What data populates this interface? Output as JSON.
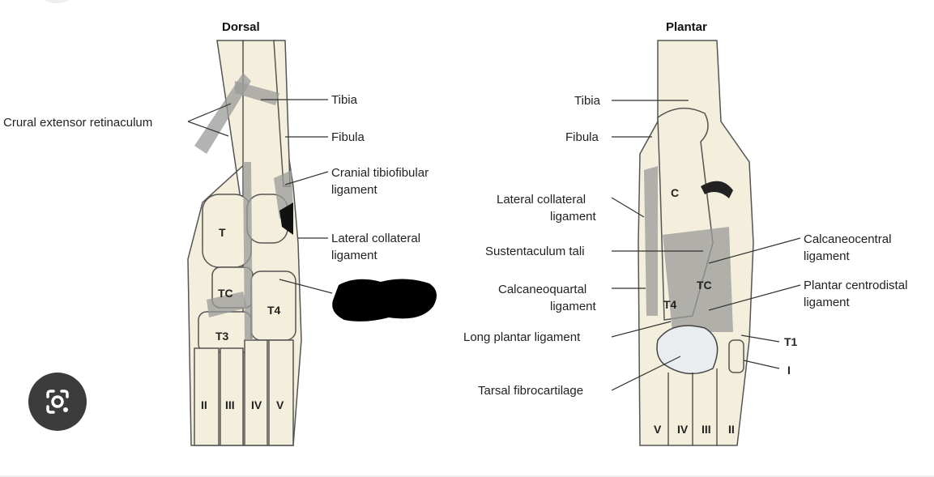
{
  "viewer": {
    "lens_button_icon": "camera-search-icon"
  },
  "dorsal": {
    "title": "Dorsal",
    "labels": [
      "Crural extensor retinaculum",
      "Tibia",
      "Fibula",
      "Cranial tibiofibular",
      "ligament",
      "Lateral collateral",
      "ligament"
    ],
    "bones": [
      "T",
      "TC",
      "T3",
      "T4",
      "II",
      "III",
      "IV",
      "V"
    ],
    "redaction_color": "#000000"
  },
  "plantar": {
    "title": "Plantar",
    "left_labels": [
      "Tibia",
      "Fibula",
      "Lateral collateral",
      "ligament",
      "Sustentaculum tali",
      "Calcaneoquartal",
      "ligament",
      "Long plantar ligament",
      "Tarsal fibrocartilage"
    ],
    "right_labels": [
      "Calcaneocentral",
      "ligament",
      "Plantar centrodistal",
      "ligament",
      "T1",
      "I"
    ],
    "bones": [
      "C",
      "TC",
      "T4",
      "V",
      "IV",
      "III",
      "II"
    ]
  }
}
